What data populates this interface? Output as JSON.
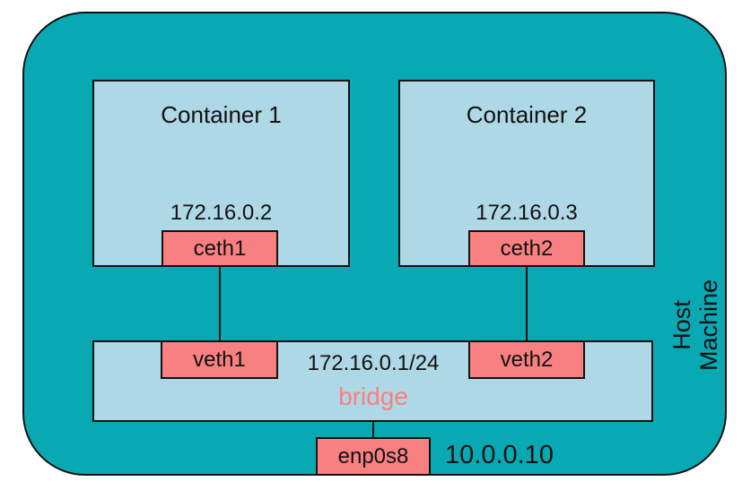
{
  "host": {
    "label_line1": "Host",
    "label_line2": "Machine"
  },
  "containers": [
    {
      "title": "Container 1",
      "ip": "172.16.0.2",
      "iface": "ceth1"
    },
    {
      "title": "Container 2",
      "ip": "172.16.0.3",
      "iface": "ceth2"
    }
  ],
  "bridge": {
    "ip": "172.16.0.1/24",
    "label": "bridge",
    "ports": [
      "veth1",
      "veth2"
    ]
  },
  "uplink": {
    "iface": "enp0s8",
    "ip": "10.0.0.10"
  },
  "colors": {
    "host_fill": "#09a9b3",
    "box_fill": "#aed8e6",
    "iface_fill": "#f88080",
    "bridge_text": "#f88080",
    "line_color": "#111111",
    "page_bg": "#ffffff"
  }
}
